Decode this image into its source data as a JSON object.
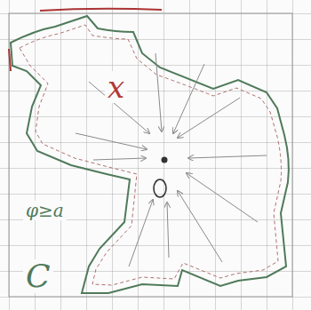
{
  "diagram": {
    "labels": [
      "x",
      "φ≥a",
      "C"
    ]
  }
}
